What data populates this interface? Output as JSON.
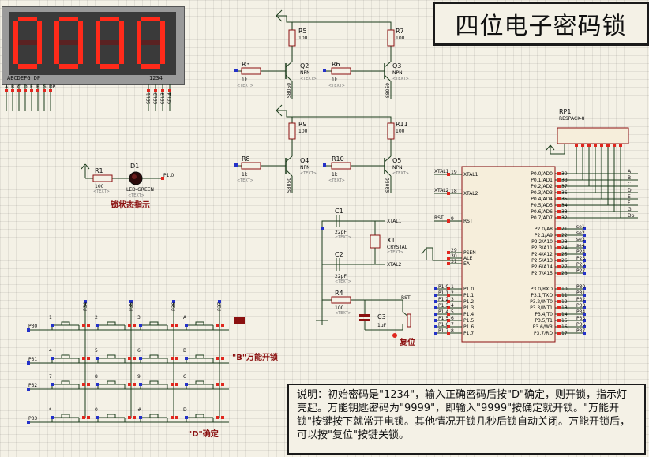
{
  "title": "四位电子密码锁",
  "display": {
    "digits": [
      "0",
      "0",
      "0",
      "0"
    ],
    "left_pins_label": "ABCDEFG DP",
    "right_pins_label": "1234",
    "pin_labels": [
      "A",
      "B",
      "C",
      "D",
      "E",
      "F",
      "G",
      "DP"
    ],
    "sel_labels": [
      "SEL1",
      "SEL2",
      "SEL3",
      "SEL4"
    ]
  },
  "transistors": [
    {
      "ref": "Q2",
      "type": "NPN",
      "part": "S8050"
    },
    {
      "ref": "Q3",
      "type": "NPN",
      "part": "S8050"
    },
    {
      "ref": "Q4",
      "type": "NPN",
      "part": "S8050"
    },
    {
      "ref": "Q5",
      "type": "NPN",
      "part": "S8050"
    }
  ],
  "resistors": [
    {
      "ref": "R5",
      "value": "100"
    },
    {
      "ref": "R7",
      "value": "100"
    },
    {
      "ref": "R3",
      "value": "1k"
    },
    {
      "ref": "R6",
      "value": "1k"
    },
    {
      "ref": "R9",
      "value": "100"
    },
    {
      "ref": "R11",
      "value": "100"
    },
    {
      "ref": "R8",
      "value": "1k"
    },
    {
      "ref": "R10",
      "value": "1k"
    },
    {
      "ref": "R1",
      "value": "100"
    },
    {
      "ref": "R4",
      "value": "100"
    }
  ],
  "led": {
    "ref": "D1",
    "part": "LED-GREEN",
    "net": "P1.0",
    "caption": "锁状态指示"
  },
  "text_placeholder": "<TEXT>",
  "rp1": {
    "ref": "RP1",
    "part": "RESPACK-8"
  },
  "crystal": {
    "c1": "C1",
    "c1_val": "22pF",
    "c2": "C2",
    "c2_val": "22pF",
    "x1": "X1",
    "x1_part": "CRYSTAL",
    "xtal1": "XTAL1",
    "xtal2": "XTAL2"
  },
  "reset": {
    "c3": "C3",
    "c3_val": "1uF",
    "rst": "RST",
    "caption": "复位"
  },
  "mcu": {
    "left_pins": [
      {
        "num": "19",
        "name": "XTAL1"
      },
      {
        "num": "18",
        "name": "XTAL2"
      },
      {
        "num": "9",
        "name": "RST"
      },
      {
        "num": "29",
        "name": "PSEN"
      },
      {
        "num": "30",
        "name": "ALE"
      },
      {
        "num": "31",
        "name": "EA"
      },
      {
        "num": "1",
        "name": "P1.0"
      },
      {
        "num": "2",
        "name": "P1.1"
      },
      {
        "num": "3",
        "name": "P1.2"
      },
      {
        "num": "4",
        "name": "P1.3"
      },
      {
        "num": "5",
        "name": "P1.4"
      },
      {
        "num": "6",
        "name": "P1.5"
      },
      {
        "num": "7",
        "name": "P1.6"
      },
      {
        "num": "8",
        "name": "P1.7"
      }
    ],
    "p0": [
      "P0.0/AD0",
      "P0.1/AD1",
      "P0.2/AD2",
      "P0.3/AD3",
      "P0.4/AD4",
      "P0.5/AD5",
      "P0.6/AD6",
      "P0.7/AD7"
    ],
    "p0_nums": [
      "39",
      "38",
      "37",
      "36",
      "35",
      "34",
      "33",
      "32"
    ],
    "p2": [
      "P2.0/A8",
      "P2.1/A9",
      "P2.2/A10",
      "P2.3/A11",
      "P2.4/A12",
      "P2.5/A13",
      "P2.6/A14",
      "P2.7/A15"
    ],
    "p2_nums": [
      "21",
      "22",
      "23",
      "24",
      "25",
      "26",
      "27",
      "28"
    ],
    "p2_nets": [
      "se1",
      "se2",
      "se3",
      "se4",
      "P24",
      "P25",
      "P26",
      "P27"
    ],
    "p3": [
      "P3.0/RXD",
      "P3.1/TXD",
      "P3.2/INT0",
      "P3.3/INT1",
      "P3.4/T0",
      "P3.5/T1",
      "P3.6/WR",
      "P3.7/RD"
    ],
    "p3_nums": [
      "10",
      "11",
      "12",
      "13",
      "14",
      "15",
      "16",
      "17"
    ],
    "p3_nets": [
      "P30",
      "P31",
      "P32",
      "P33",
      "P34",
      "P35",
      "P36",
      "P37"
    ],
    "seg_nets": [
      "A",
      "B",
      "C",
      "D",
      "E",
      "F",
      "G",
      "Dp"
    ]
  },
  "keypad": {
    "row_nets": [
      "P30",
      "P31",
      "P32",
      "P33"
    ],
    "col_nets": [
      "P34",
      "P35",
      "P36",
      "P37"
    ],
    "keys": [
      "1",
      "2",
      "3",
      "A",
      "4",
      "5",
      "6",
      "B",
      "7",
      "8",
      "9",
      "C",
      "*",
      "0",
      "#",
      "D"
    ],
    "label_b": "\"B\"万能开锁",
    "label_d": "\"D\"确定"
  },
  "note": {
    "text": "说明：初始密码是\"1234\"，输入正确密码后按\"D\"确定，则开锁，指示灯亮起。万能钥匙密码为\"9999\"，即输入\"9999\"按确定就开锁。\"万能开锁\"按键按下就常开电锁。其他情况开锁几秒后锁自动关闭。万能开锁后，可以按\"复位\"按键关锁。"
  },
  "colors": {
    "segment": "#ff2a1a",
    "segment_off": "#5a2222",
    "wire": "#1a3a1a",
    "component": "#8b1010",
    "pin_red": "#e0261e",
    "pin_blue": "#2431c8"
  }
}
